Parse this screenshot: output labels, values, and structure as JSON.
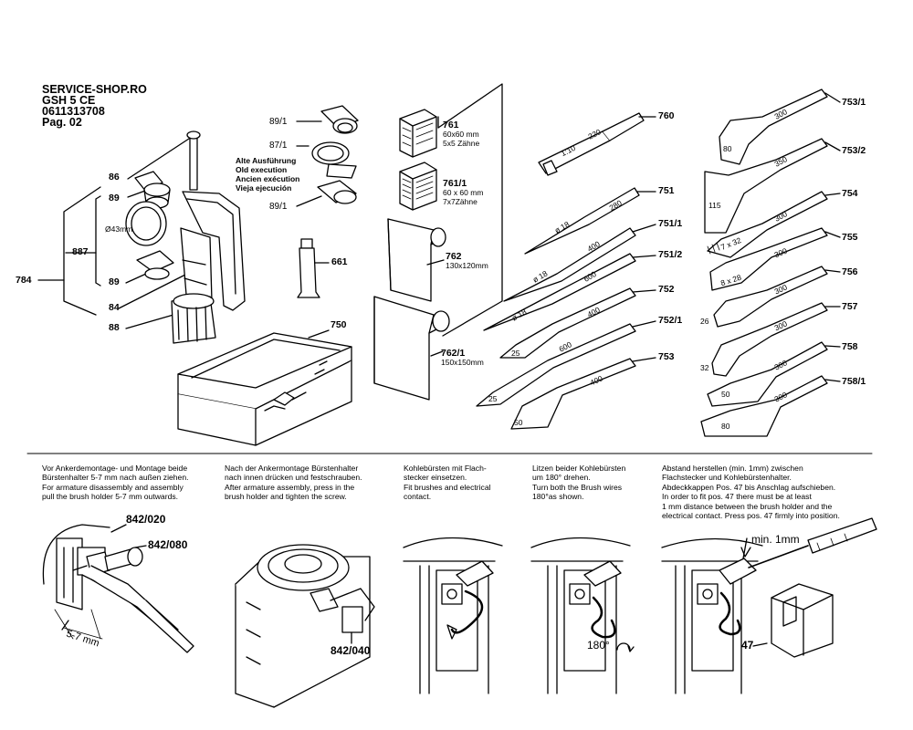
{
  "header": {
    "shop": "SERVICE-SHOP.RO",
    "model": "GSH 5 CE",
    "part_no": "0611313708",
    "page": "Pag. 02"
  },
  "labels": {
    "p86": "86",
    "p89a": "89",
    "p887": "887",
    "p784": "784",
    "p89b": "89",
    "p84": "84",
    "p88": "88",
    "d43": "Ø43mm",
    "p89_1a": "89/1",
    "p87_1": "87/1",
    "p89_1b": "89/1",
    "old_de": "Alte Ausführung",
    "old_en": "Old execution",
    "old_fr": "Ancien exécution",
    "old_es": "Vieja ejecución",
    "p661": "661",
    "p750": "750",
    "p761": "761",
    "p761_dim": "60x60 mm",
    "p761_teeth": "5x5 Zähne",
    "p761_1": "761/1",
    "p761_1_dim": "60 x 60 mm",
    "p761_1_teeth": "7x7Zähne",
    "p762": "762",
    "p762_dim": "130x120mm",
    "p762_1": "762/1",
    "p762_1_dim": "150x150mm",
    "p760": "760",
    "p751": "751",
    "p751_1": "751/1",
    "p751_2": "751/2",
    "p752": "752",
    "p752_1": "752/1",
    "p753": "753",
    "p753_1": "753/1",
    "p753_2": "753/2",
    "p754": "754",
    "p755": "755",
    "p756": "756",
    "p757": "757",
    "p758": "758",
    "p758_1": "758/1"
  },
  "tool_marks": {
    "t760a": "1:10",
    "t760b": "220",
    "t751a": "ø 18",
    "t751b": "280",
    "t751_1a": "ø 18",
    "t751_1b": "400",
    "t751_2a": "ø 18",
    "t751_2b": "600",
    "t752a": "25",
    "t752b": "400",
    "t752_1a": "25",
    "t752_1b": "600",
    "t753a": "50",
    "t753b": "400",
    "t753_1a": "80",
    "t753_1b": "300",
    "t753_2a": "115",
    "t753_2b": "350",
    "t754a": "7 x 32",
    "t754b": "300",
    "t755a": "8 x 28",
    "t755b": "300",
    "t756a": "26",
    "t756b": "300",
    "t757a": "32",
    "t757b": "300",
    "t758a": "50",
    "t758b": "300",
    "t758_1a": "80",
    "t758_1b": "300"
  },
  "instructions": {
    "step1": [
      "Vor Ankerdemontage- und Montage beide",
      "Bürstenhalter 5-7 mm nach außen ziehen.",
      "For armature disassembly and assembly",
      "pull the brush holder 5-7 mm outwards."
    ],
    "step2": [
      "Nach der Ankermontage Bürstenhalter",
      "nach innen drücken und festschrauben.",
      "After armature assembly, press in the",
      "brush holder and tighten the screw."
    ],
    "step3": [
      "Kohlebürsten mit Flach-",
      "stecker einsetzen.",
      "Fit brushes and electrical",
      "contact."
    ],
    "step4": [
      "Litzen beider Kohlebürsten",
      "um 180° drehen.",
      "Turn both the Brush wires",
      "180°as shown."
    ],
    "step5": [
      "Abstand herstellen (min. 1mm) zwischen",
      "Flachstecker und Kohlebürstenhalter.",
      "Abdeckkappen Pos. 47 bis Anschlag aufschieben.",
      "In order to fit pos. 47 there must be at least",
      "1 mm distance between the brush holder and the",
      "electrical contact. Press pos. 47 firmly into position."
    ]
  },
  "detail_labels": {
    "d842_020": "842/020",
    "d842_080": "842/080",
    "d5_7": "5-7 mm",
    "d842_040": "842/040",
    "d180": "180°",
    "dmin": "min. 1mm",
    "d47": "47"
  }
}
